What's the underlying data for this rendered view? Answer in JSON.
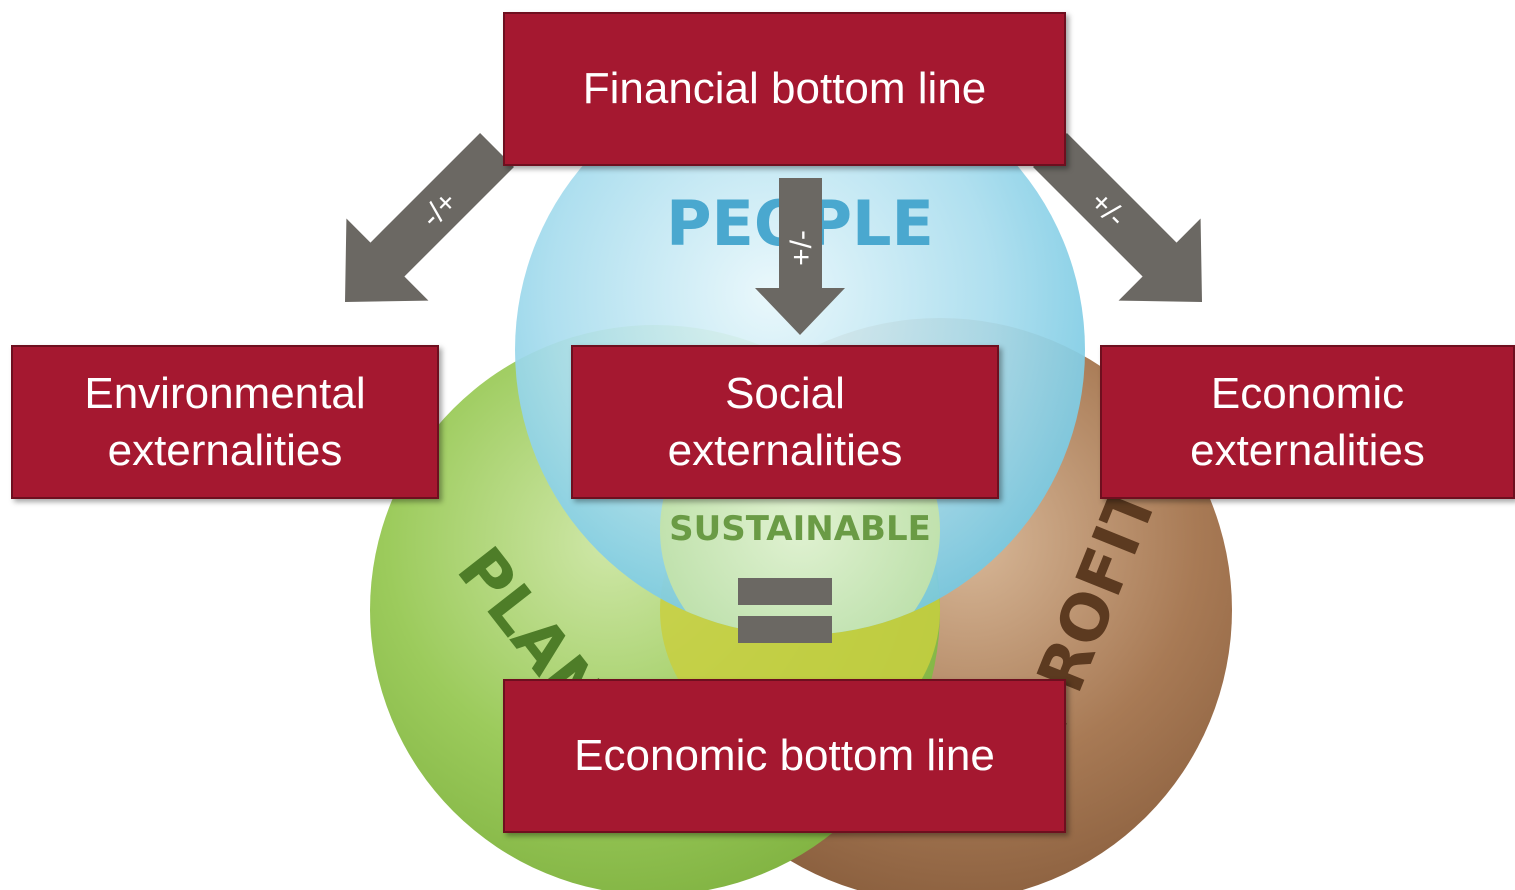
{
  "circles": {
    "people": "PEOPLE",
    "planet": "PLANET",
    "profits": "PROFITS",
    "center": "SUSTAINABLE"
  },
  "boxes": {
    "financial_line": "Financial bottom line",
    "environmental_1": "Environmental",
    "environmental_2": "externalities",
    "social_1": "Social",
    "social_2": "externalities",
    "economic_ext_1": "Economic",
    "economic_ext_2": "externalities",
    "economic_line": "Economic bottom line"
  },
  "arrows": {
    "left": "-/+",
    "center": "+/-",
    "right": "+/-"
  },
  "colors": {
    "box_fill": "#a51830",
    "arrow_fill": "#6b6863",
    "people_circle": "#7fd0e8",
    "planet_circle": "#8fc74a",
    "profits_circle": "#9a6b45"
  }
}
